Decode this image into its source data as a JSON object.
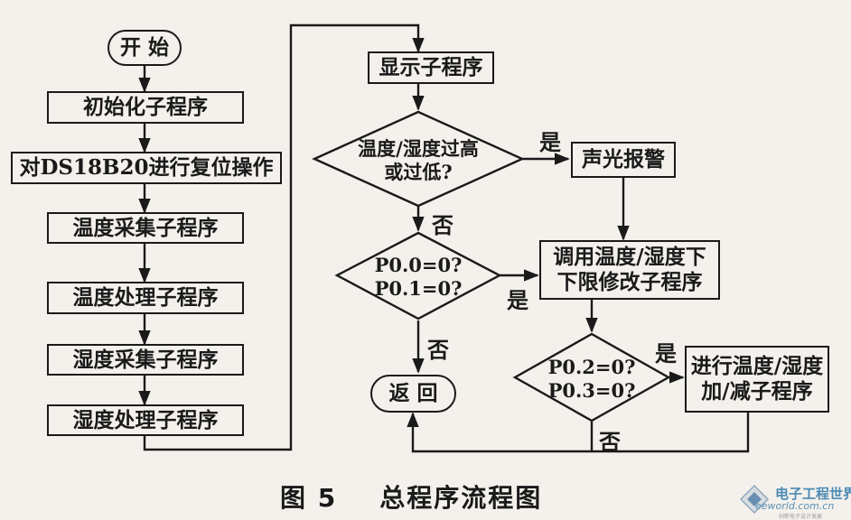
{
  "nodes": {
    "start": "开  始",
    "init": "初始化子程序",
    "reset": "对DS18B20进行复位操作",
    "temp_acq": "温度采集子程序",
    "temp_proc": "温度处理子程序",
    "hum_acq": "湿度采集子程序",
    "hum_proc": "湿度处理子程序",
    "display": "显示子程序",
    "decision_limit": [
      "温度/湿度过高",
      "或过低?"
    ],
    "alarm": "声光报警",
    "decision_p01": [
      "P0.0=0?",
      "P0.1=0?"
    ],
    "modify_limits": [
      "调用温度/湿度下",
      "下限修改子程序"
    ],
    "decision_p23": [
      "P0.2=0?",
      "P0.3=0?"
    ],
    "inc_dec": [
      "进行温度/湿度",
      "加/减子程序"
    ],
    "return": "返  回"
  },
  "branch_labels": {
    "yes": "是",
    "no": "否"
  },
  "caption": "图 5    总程序流程图",
  "watermark": {
    "site_cn": "电子工程世界",
    "site_en": "eeworld.com.cn",
    "tagline": "创新电子设计发展"
  },
  "colors": {
    "ink": "#1a1a1a",
    "paper": "#f4f1ec",
    "watermark": "#4a8ab4"
  }
}
